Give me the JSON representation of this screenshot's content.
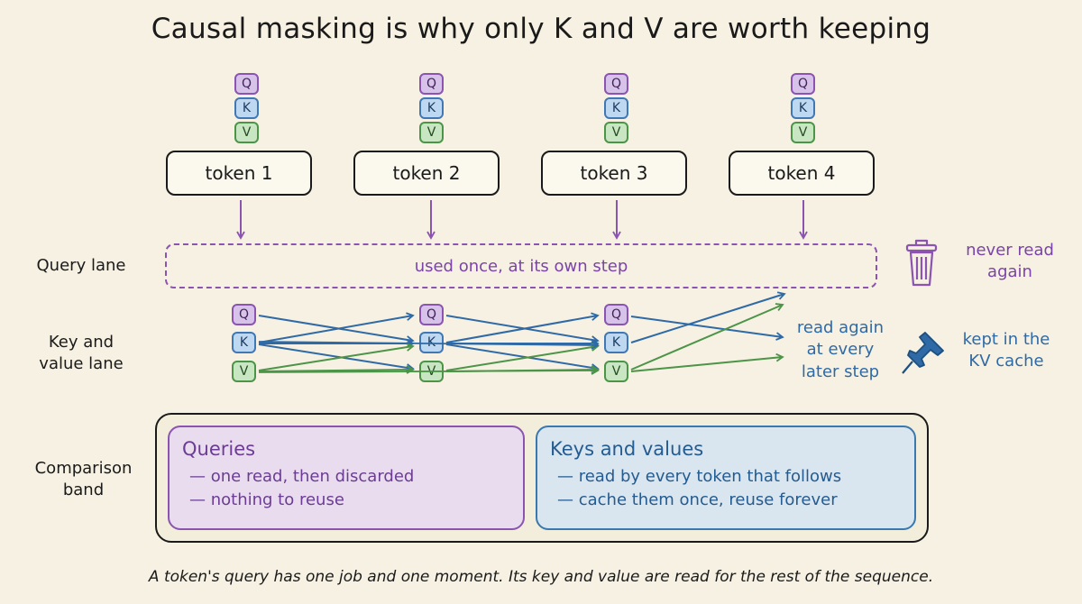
{
  "title": "Causal masking is why only K and V are worth keeping",
  "chip_letters": {
    "q": "Q",
    "k": "K",
    "v": "V"
  },
  "tokens": [
    "token 1",
    "token 2",
    "token 3",
    "token 4"
  ],
  "lanes": {
    "query_label": "Query lane",
    "query_text": "used once, at its own step",
    "kv_label_line1": "Key and",
    "kv_label_line2": "value lane",
    "comparison_label_line1": "Comparison",
    "comparison_label_line2": "band"
  },
  "notes": {
    "never_read_line1": "never read",
    "never_read_line2": "again",
    "read_again_line1": "read again",
    "read_again_line2": "at every",
    "read_again_line3": "later step",
    "kept_line1": "kept in the",
    "kept_line2": "KV cache"
  },
  "icons": {
    "never_read": "trash-can-icon",
    "kept": "pushpin-icon"
  },
  "comparison": {
    "queries": {
      "title": "Queries",
      "lines": [
        "— one read, then discarded",
        "— nothing to reuse"
      ]
    },
    "keys_values": {
      "title": "Keys and values",
      "lines": [
        "— read by every token that follows",
        "— cache them once, reuse forever"
      ]
    }
  },
  "caption": "A token's query has one job and one moment. Its key and value are read for the rest of the sequence.",
  "colors": {
    "background": "#f6f1e2",
    "query": "#8a54b0",
    "key": "#3f78b4",
    "value": "#4c9447",
    "ink": "#1a1a1a"
  }
}
